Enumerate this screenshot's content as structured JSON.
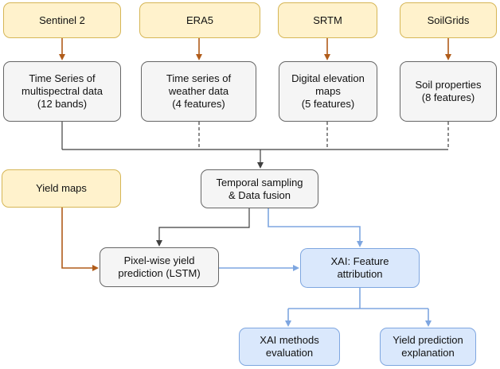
{
  "figure": {
    "type": "flowchart",
    "description_of_content": "Workflow diagram: remote-sensing data sources feed feature time series into temporal sampling and data fusion, then an LSTM pixel-wise yield prediction model, followed by XAI feature attribution with evaluation and explanation outputs."
  },
  "palette": {
    "yellow_fill": "#fff2cc",
    "yellow_border": "#d6b656",
    "gray_fill": "#f5f5f5",
    "gray_border": "#666666",
    "blue_fill": "#dae8fc",
    "blue_border": "#7ea6e0",
    "orange_arrow": "#b05c1a",
    "dark_line": "#3f3f3f",
    "blue_arrow": "#7ea6e0"
  },
  "nodes": {
    "sentinel2": {
      "label": "Sentinel 2"
    },
    "era5": {
      "label": "ERA5"
    },
    "srtm": {
      "label": "SRTM"
    },
    "soilgrids": {
      "label": "SoilGrids"
    },
    "multispectral": {
      "label": "Time Series of\nmultispectral data\n(12 bands)"
    },
    "weather": {
      "label": "Time series of\nweather data\n(4 features)"
    },
    "elevation": {
      "label": "Digital elevation\nmaps\n(5 features)"
    },
    "soil": {
      "label": "Soil properties\n(8 features)"
    },
    "yieldmaps": {
      "label": "Yield maps"
    },
    "fusion": {
      "label": "Temporal sampling\n& Data fusion"
    },
    "lstm": {
      "label": "Pixel-wise yield\nprediction (LSTM)"
    },
    "xai": {
      "label": "XAI: Feature\nattribution"
    },
    "xai_eval": {
      "label": "XAI methods\nevaluation"
    },
    "yield_expl": {
      "label": "Yield prediction\nexplanation"
    }
  }
}
